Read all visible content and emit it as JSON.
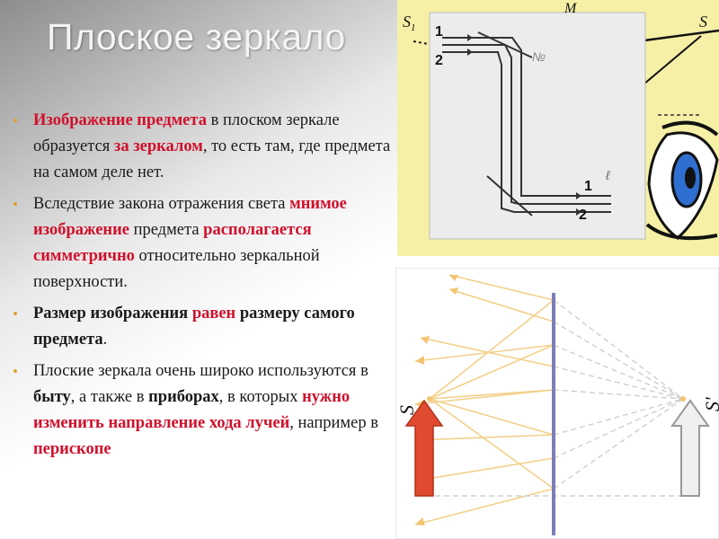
{
  "slide": {
    "title": "Плоское зеркало",
    "accent_color": "#d0102c",
    "bullet_color": "#e0a030"
  },
  "bullets": [
    {
      "parts": [
        {
          "t": "Изображение предмета",
          "s": "hl"
        },
        {
          "t": " в плоском зеркале образуется ",
          "s": ""
        },
        {
          "t": "за зеркалом",
          "s": "hl"
        },
        {
          "t": ", то есть там, где предмета на самом деле нет.",
          "s": ""
        }
      ]
    },
    {
      "parts": [
        {
          "t": "Вследствие закона отражения света ",
          "s": ""
        },
        {
          "t": "мнимое изображение",
          "s": "hl"
        },
        {
          "t": " предмета ",
          "s": ""
        },
        {
          "t": "располагается симметрично",
          "s": "hl"
        },
        {
          "t": " относительно зеркальной поверхности.",
          "s": ""
        }
      ]
    },
    {
      "parts": [
        {
          "t": "Размер изображения ",
          "s": "b"
        },
        {
          "t": "равен",
          "s": "hl"
        },
        {
          "t": " размеру самого предмета",
          "s": "b"
        },
        {
          "t": ".",
          "s": ""
        }
      ]
    },
    {
      "parts": [
        {
          "t": "Плоские зеркала очень широко используются в ",
          "s": ""
        },
        {
          "t": "быту",
          "s": "b"
        },
        {
          "t": ", а также в ",
          "s": ""
        },
        {
          "t": "приборах",
          "s": "b"
        },
        {
          "t": ", в которых ",
          "s": ""
        },
        {
          "t": "нужно изменить направление хода лучей",
          "s": "hl"
        },
        {
          "t": ", например в ",
          "s": ""
        },
        {
          "t": "перископе",
          "s": "hl"
        }
      ]
    }
  ],
  "periscope_figure": {
    "source_label": "S",
    "source_subscript": "1",
    "mirror_label": "M",
    "image_label": "S",
    "ray_labels": [
      "1",
      "2"
    ]
  },
  "mirror_figure": {
    "object_label": "S",
    "image_label": "S",
    "image_mark": "'"
  }
}
